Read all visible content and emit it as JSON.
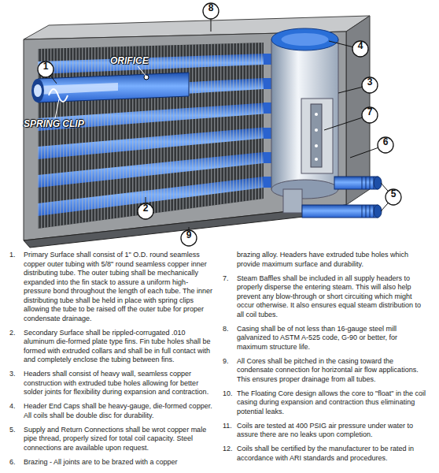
{
  "diagram": {
    "nodes": [
      {
        "text": [
          "8"
        ]
      },
      {
        "text": [
          "1"
        ]
      },
      {
        "text": [
          "4"
        ]
      },
      {
        "text": [
          "3"
        ]
      },
      {
        "text": [
          "7"
        ]
      },
      {
        "text": [
          "6"
        ]
      },
      {
        "text": [
          "5"
        ]
      },
      {
        "text": [
          "2"
        ]
      },
      {
        "text": [
          "9"
        ]
      }
    ],
    "labels": [
      "ORIFICE",
      "SPRING CLIP",
      "1.",
      "Primary Surface shall consist of 1\" O.D. round seamless copper outer tubing with 5/8\" round seamless copper inner distributing tube. The outer tubing shall be mechanically expanded into the fin stack to assure a uniform high-pressure bond throughout the length of each tube. The inner distributing tube shall be held in place with spring clips allowing the tube to be raised off the outer tube for proper condensate drainage.",
      "2.",
      "Secondary Surface shall be rippled-corrugated .010 aluminum die-formed plate type fins. Fin tube holes shall be formed with extruded collars and shall be in full contact with and completely enclose the tubing between fins.",
      "3.",
      "Headers shall consist of heavy wall, seamless copper construction with extruded tube holes allowing for better solder joints for flexibility during expansion and contraction.",
      "4.",
      "Header End Caps shall be heavy-gauge, die-formed copper. All coils shall be double disc for durability.",
      "5.",
      "Supply and Return Connections shall be wrot copper male pipe thread, properly sized for total coil capacity. Steel connections are available upon request.",
      "6.",
      "Brazing - All joints are to be brazed with a copper",
      "brazing alloy. Headers have extruded tube holes which provide maximum surface and durability.",
      "7.",
      "Steam Baffles shall be included in all supply headers to properly disperse the entering steam. This will also help prevent any blow-through or short circuiting which might occur otherwise. It also ensures equal steam distribution to all coil tubes.",
      "8.",
      "Casing shall be of not less than 16-gauge steel mill galvanized to ASTM A-525 code, G-90 or better, for maximum structure life.",
      "9.",
      "All Cores shall be pitched in the casing toward the condensate connection for horizontal air flow applications. This ensures proper drainage from all tubes.",
      "10.",
      "The Floating Core design allows the core to \"float\" in the coil casing during expansion and contraction thus eliminating potential leaks.",
      "11.",
      "Coils are tested at 400 PSIG air pressure under water to assure there are no leaks upon completion.",
      "12.",
      "Coils shall be certified by the manufacturer to be rated in accordance with ARI standards and procedures."
    ]
  }
}
